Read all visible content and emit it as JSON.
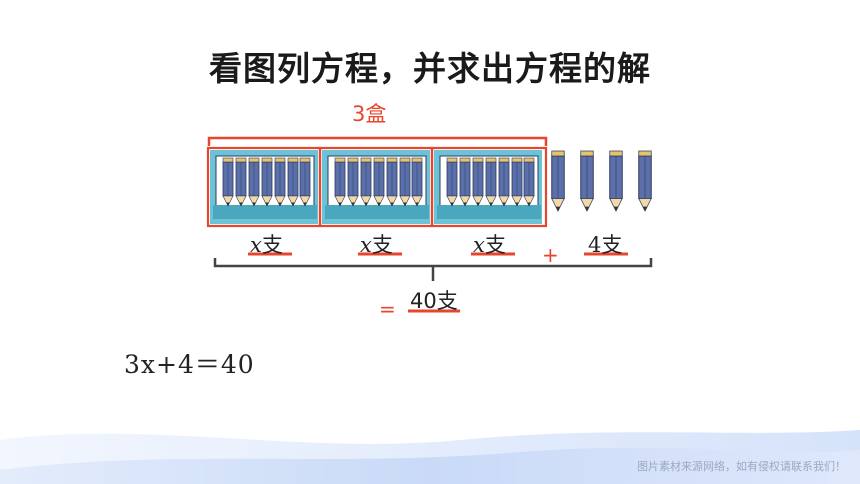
{
  "title": "看图列方程，并求出方程的解",
  "box_label": "3盒",
  "box_unit_labels": [
    {
      "var": "x",
      "unit": "支"
    },
    {
      "var": "x",
      "unit": "支"
    },
    {
      "var": "x",
      "unit": "支"
    }
  ],
  "loose_label": {
    "num": "4",
    "unit": "支"
  },
  "plus_sign": "+",
  "equals_sign": "=",
  "total_label": "40支",
  "equation": "3x+4＝40",
  "footer": "图片素材来源网络，如有侵权请联系我们！",
  "colors": {
    "accent": "#e8452f",
    "pencil_blue": "#5b6fa8",
    "box_teal": "#6cc3d6"
  }
}
